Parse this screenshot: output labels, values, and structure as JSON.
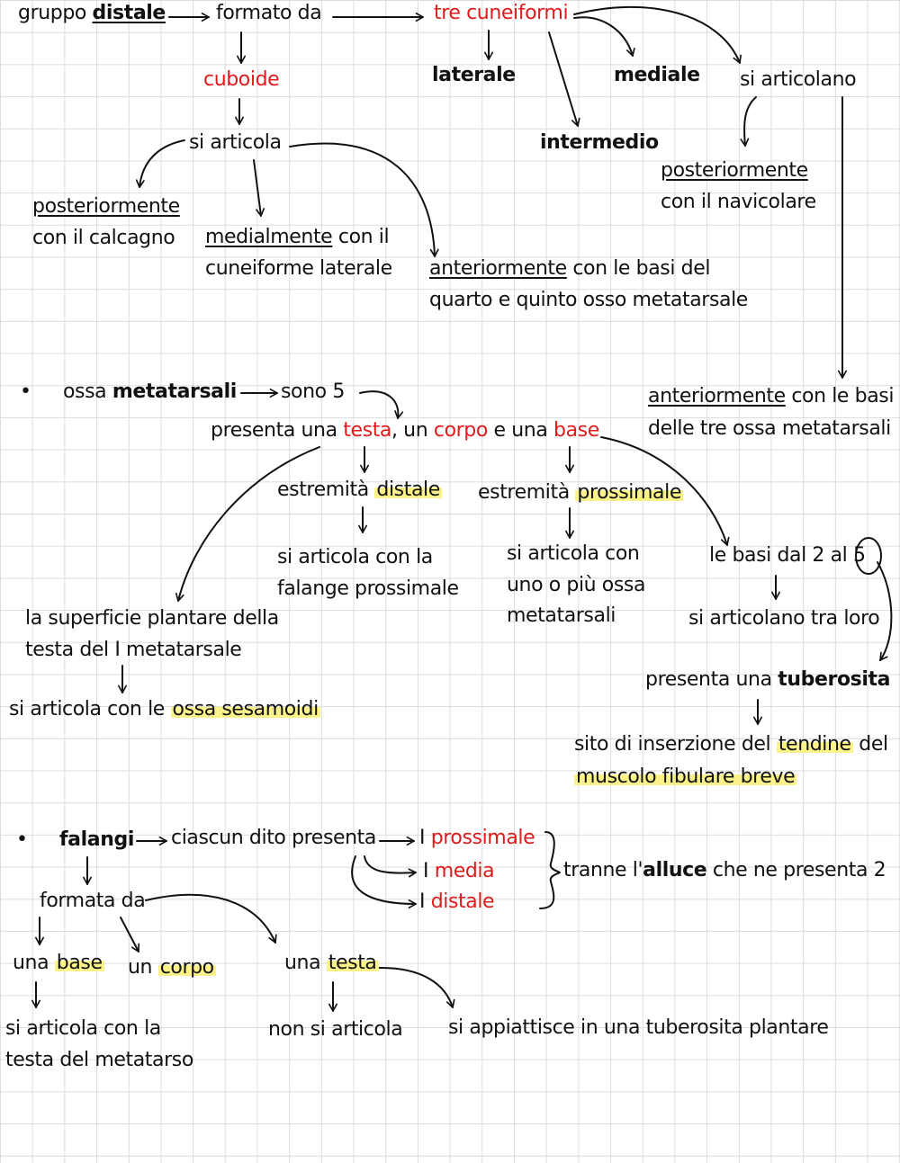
{
  "distal": {
    "gruppo": "gruppo",
    "distale": "distale",
    "formato_da": "formato da",
    "tre_cuneiformi": "tre cuneiformi",
    "cuboide": "cuboide",
    "laterale": "laterale",
    "mediale": "mediale",
    "intermedio": "intermedio",
    "si_articolano": "si articolano",
    "post_nav_1": "posteriormente",
    "post_nav_2": "con il navicolare",
    "si_articola": "si articola",
    "post_calc_1": "posteriormente",
    "post_calc_2": "con il calcagno",
    "med_1a": "medialmente",
    "med_1b": " con il",
    "med_2": "cuneiforme laterale",
    "ant_1a": "anteriormente",
    "ant_1b": " con le basi del",
    "ant_2": "quarto e quinto osso metatarsale",
    "ant3_1a": "anteriormente",
    "ant3_1b": " con le basi",
    "ant3_2": "delle tre ossa metatarsali"
  },
  "metatarsali": {
    "bullet": "•",
    "ossa": "ossa ",
    "metatarsali": "metatarsali",
    "sono5": "sono 5",
    "pres_a": "presenta una ",
    "testa": "testa",
    "pres_b": ", un ",
    "corpo": "corpo",
    "pres_c": " e una ",
    "base": "base",
    "estr_dist_a": "estremità ",
    "estr_dist_b": "distale",
    "estr_pros_a": "estremità ",
    "estr_pros_b": "prossimale",
    "art_falange_1": "si articola con la",
    "art_falange_2": "falange prossimale",
    "art_uno_1": "si articola con",
    "art_uno_2": "uno o più ossa",
    "art_uno_3": "metatarsali",
    "basi_a": "le basi dal 2 al ",
    "basi_b": "5",
    "si_articolano_tra": "si articolano tra loro",
    "sup_1": "la superficie plantare della",
    "sup_2": "testa del I metatarsale",
    "sesam_a": "si articola con le ",
    "sesam_b": "ossa sesamoidi",
    "tub_a": "presenta una ",
    "tub_b": "tuberosita",
    "sito_a": "sito di inserzione del ",
    "sito_b": "tendine",
    "sito_c": " del",
    "muscolo": "muscolo fibulare breve"
  },
  "falangi": {
    "bullet": "•",
    "falangi": "falangi",
    "ciascun": "ciascun dito presenta",
    "p_num": "I ",
    "prossimale": "prossimale",
    "m_num": "I ",
    "media": "media",
    "d_num": "I ",
    "distale": "distale",
    "tranne_a": "tranne l'",
    "alluce": "alluce",
    "tranne_b": " che ne presenta 2",
    "formata_da": "formata da",
    "base_a": "una ",
    "base_b": "base",
    "corpo_a": "un ",
    "corpo_b": "corpo",
    "testa_a": "una ",
    "testa_b": "testa",
    "art_testa_1": "si articola con la",
    "art_testa_2": "testa del metatarso",
    "non_art": "non si articola",
    "appiatt": "si appiattisce in una tuberosita plantare"
  }
}
